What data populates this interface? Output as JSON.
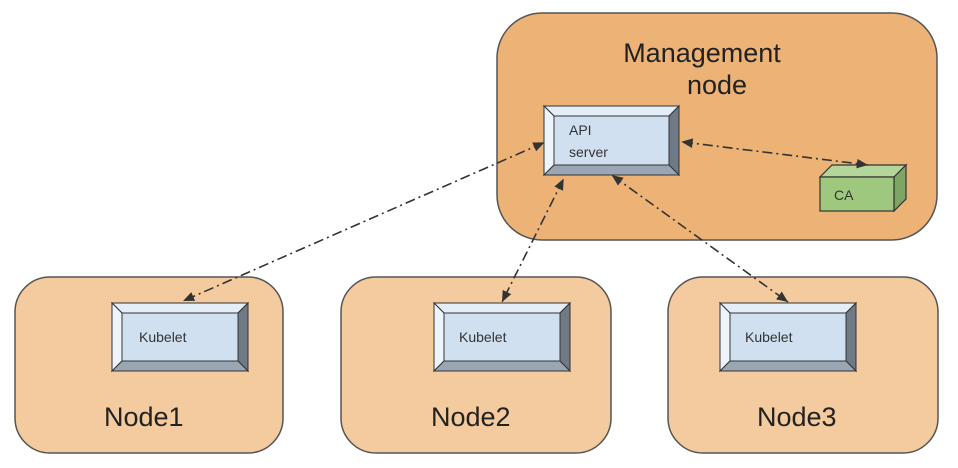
{
  "colors": {
    "management_fill": "#ecb276",
    "node_fill": "#f4cb9e",
    "component_fill": "#d0e0f0",
    "ca_fill": "#9fc87f"
  },
  "management": {
    "title_line1": "Management",
    "title_line2": "node",
    "api_server_line1": "API",
    "api_server_line2": "server",
    "ca_label": "CA"
  },
  "nodes": [
    {
      "label": "Node1",
      "component": "Kubelet"
    },
    {
      "label": "Node2",
      "component": "Kubelet"
    },
    {
      "label": "Node3",
      "component": "Kubelet"
    }
  ]
}
